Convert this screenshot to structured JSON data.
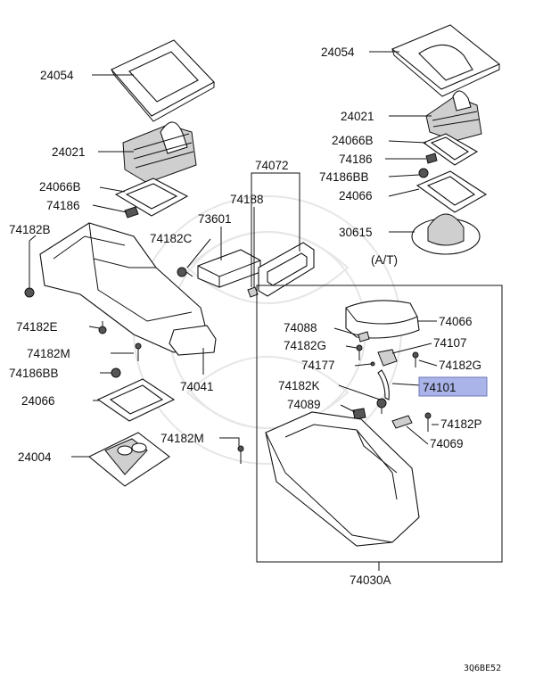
{
  "parts": [
    {
      "id": "p1",
      "label": "24054"
    },
    {
      "id": "p2",
      "label": "24021"
    },
    {
      "id": "p3",
      "label": "24066B"
    },
    {
      "id": "p4",
      "label": "74186"
    },
    {
      "id": "p5",
      "label": "74182B"
    },
    {
      "id": "p6",
      "label": "74182C"
    },
    {
      "id": "p7",
      "label": "73601"
    },
    {
      "id": "p8",
      "label": "74188"
    },
    {
      "id": "p9",
      "label": "74072"
    },
    {
      "id": "p10",
      "label": "24054"
    },
    {
      "id": "p11",
      "label": "24021"
    },
    {
      "id": "p12",
      "label": "24066B"
    },
    {
      "id": "p13",
      "label": "74186"
    },
    {
      "id": "p14",
      "label": "74186BB"
    },
    {
      "id": "p15",
      "label": "24066"
    },
    {
      "id": "p16",
      "label": "30615"
    },
    {
      "id": "p17",
      "label": "(A/T)"
    },
    {
      "id": "p18",
      "label": "74182E"
    },
    {
      "id": "p19",
      "label": "74182M"
    },
    {
      "id": "p20",
      "label": "74186BB"
    },
    {
      "id": "p21",
      "label": "74041"
    },
    {
      "id": "p22",
      "label": "24066"
    },
    {
      "id": "p23",
      "label": "24004"
    },
    {
      "id": "p24",
      "label": "74182M"
    },
    {
      "id": "p25",
      "label": "74088"
    },
    {
      "id": "p26",
      "label": "74182G"
    },
    {
      "id": "p27",
      "label": "74177"
    },
    {
      "id": "p28",
      "label": "74182K"
    },
    {
      "id": "p29",
      "label": "74089"
    },
    {
      "id": "p30",
      "label": "74066"
    },
    {
      "id": "p31",
      "label": "74107"
    },
    {
      "id": "p32",
      "label": "74182G"
    },
    {
      "id": "p33",
      "label": "74101",
      "highlighted": true
    },
    {
      "id": "p34",
      "label": "74182P"
    },
    {
      "id": "p35",
      "label": "74069"
    },
    {
      "id": "p36",
      "label": "74030A"
    }
  ],
  "diagram_code": "3Q6BE52",
  "highlight_color": "#aab4e8"
}
